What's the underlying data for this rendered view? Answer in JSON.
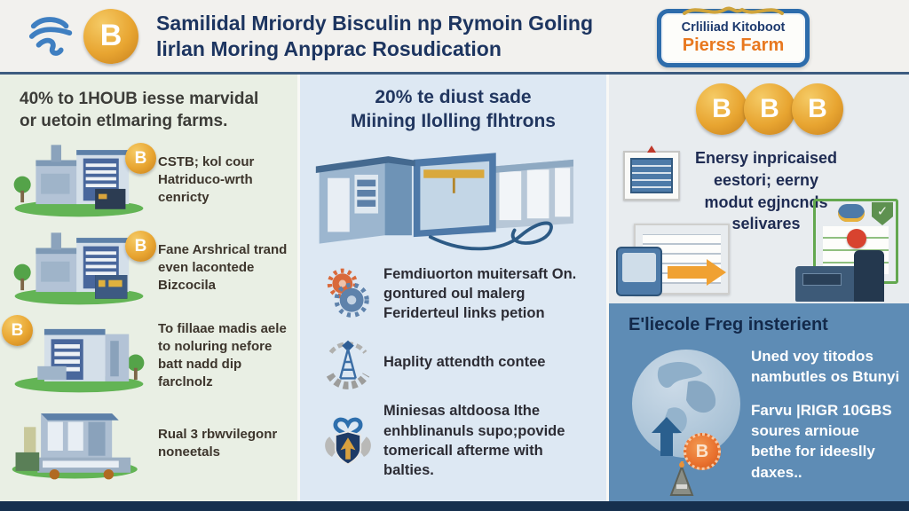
{
  "coin_glyph": "B",
  "header": {
    "title_line1": "Samilidal Mriordy Bisculin np Rymoin Goling",
    "title_line2": "lirlan Moring Anpprac Rosudication"
  },
  "badge": {
    "line1": "Crliliiad Kitoboot",
    "line2": "Pierss Farm"
  },
  "left_column": {
    "heading_line1": "40% to 1HOUB iesse marvidal",
    "heading_line2": "or uetoin etlmaring farms.",
    "items": [
      {
        "icon": "mining-farm-building",
        "coin_position": "right",
        "text": "CSTB; kol cour Hatriduco-wrth cenricty"
      },
      {
        "icon": "mining-farm-building",
        "coin_position": "right",
        "text": "Fane Arshrical trand even lacontede Bizcocila"
      },
      {
        "icon": "mining-farm-building",
        "coin_position": "left",
        "text": "To fillaae madis aele to noluring nefore batt nadd dip farclnolz"
      },
      {
        "icon": "mining-farm-building",
        "coin_position": "none",
        "text": "Rual 3 rbwvilegonr noneetals"
      }
    ]
  },
  "middle_column": {
    "heading_line1": "20% te diust sade",
    "heading_line2": "Miining Ilolling flhtrons",
    "illustration": "mining-container-modules",
    "items": [
      {
        "icon": "gears-icon",
        "text": "Femdiuorton muitersaft On. gontured oul malerg Feriderteul links petion"
      },
      {
        "icon": "tower-gear-icon",
        "text": "Haplity attendth contee"
      },
      {
        "icon": "shield-heart-icon",
        "text": "Miniesas altdoosa lthe enhblinanuls supo;povide tomericall afterme with balties."
      }
    ]
  },
  "right_column": {
    "coins": 3,
    "text_lines": [
      "Enersy inpricaised",
      "eestori; eerny",
      "modut egjncnds",
      "selivares"
    ],
    "bottom_section": {
      "heading": "E'liecole Freg insterient",
      "paragraph1": "Uned voy titodos nambutles os Btunyi",
      "paragraph2": "Farvu |RIGR 10GBS soures arnioue bethe for ideeslly daxes.."
    }
  },
  "colors": {
    "navy": "#1d3560",
    "orange": "#e8781f",
    "gold": "#e8a531",
    "left_bg": "#e9efe4",
    "middle_bg": "#dde8f3",
    "right_top_bg": "#e8ecef",
    "right_bottom_bg": "#5e8cb5",
    "footer_bg": "#16304e"
  }
}
